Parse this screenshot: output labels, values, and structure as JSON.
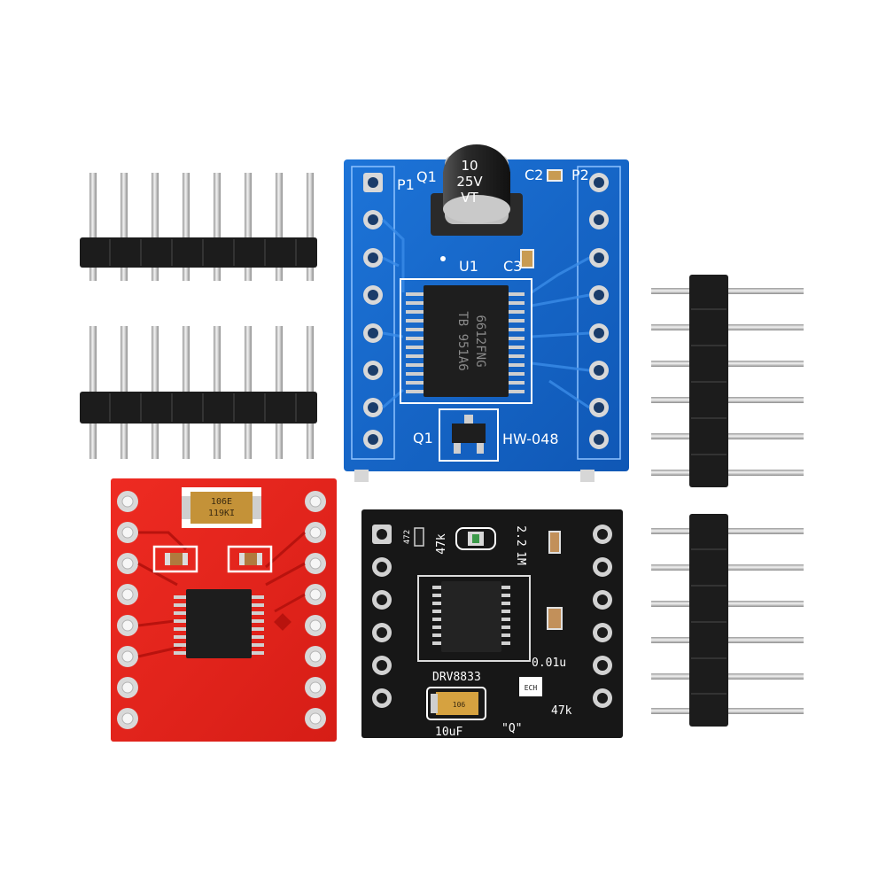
{
  "colors": {
    "background": "#ffffff",
    "blue_board": "#1565c8",
    "red_board": "#e4231c",
    "black_board": "#1a1a1a",
    "header_plastic": "#1c1c1c",
    "pin_metal": "#d9d9d9"
  },
  "blue_board": {
    "capacitor": {
      "line1": "10",
      "line2": "25V",
      "line3": "VT"
    },
    "labels": {
      "p1": "P1",
      "q1_top": "Q1",
      "c2": "C2",
      "p2": "P2",
      "u1": "U1",
      "c3": "C3",
      "q1_bottom": "Q1",
      "model": "HW-048"
    },
    "chip": {
      "line1": "TB 951A6",
      "line2": "6612FNG"
    }
  },
  "red_board": {
    "tantalum": {
      "line1": "106E",
      "line2": "119KI"
    }
  },
  "black_board": {
    "labels": {
      "r_47k_top": "47k",
      "r_472": "472",
      "c_2_2": "2.2",
      "r_1m": "1M",
      "c_001u": "0.01u",
      "model": "DRV8833",
      "tantalum_marking": "106",
      "c_10uf": "10uF",
      "q_mark": "\"Q\"",
      "r_47k_bottom": "47k",
      "ech": "ECH"
    }
  }
}
